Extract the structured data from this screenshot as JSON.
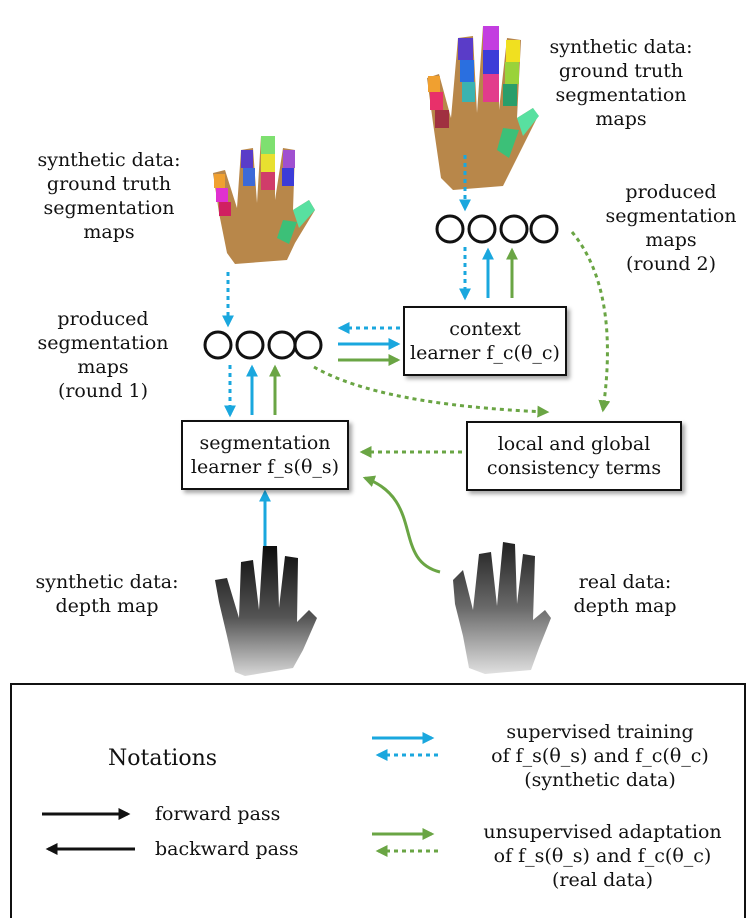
{
  "labels": {
    "synthetic_seg_left": [
      "synthetic data:",
      "ground truth",
      "segmentation",
      "maps"
    ],
    "synthetic_seg_top": [
      "synthetic data:",
      "ground truth",
      "segmentation",
      "maps"
    ],
    "produced_round1": [
      "produced",
      "segmentation",
      "maps",
      "(round 1)"
    ],
    "produced_round2": [
      "produced",
      "segmentation",
      "maps",
      "(round 2)"
    ],
    "synthetic_depth": [
      "synthetic data:",
      "depth map"
    ],
    "real_depth": [
      "real data:",
      "depth map"
    ]
  },
  "boxes": {
    "context_learner": [
      "context",
      "learner f_c(θ_c)"
    ],
    "segmentation_learner": [
      "segmentation",
      "learner f_s(θ_s)"
    ],
    "consistency_terms": [
      "local and global",
      "consistency terms"
    ]
  },
  "legend": {
    "title": "Notations",
    "forward": "forward pass",
    "backward": "backward pass",
    "supervised": [
      "supervised training",
      "of f_s(θ_s) and f_c(θ_c)",
      "(synthetic data)"
    ],
    "unsupervised": [
      "unsupervised adaptation",
      "of f_s(θ_s) and f_c(θ_c)",
      "(real data)"
    ]
  },
  "colors": {
    "blue": "#1aa7de",
    "green": "#6aa544",
    "black": "#111111"
  }
}
